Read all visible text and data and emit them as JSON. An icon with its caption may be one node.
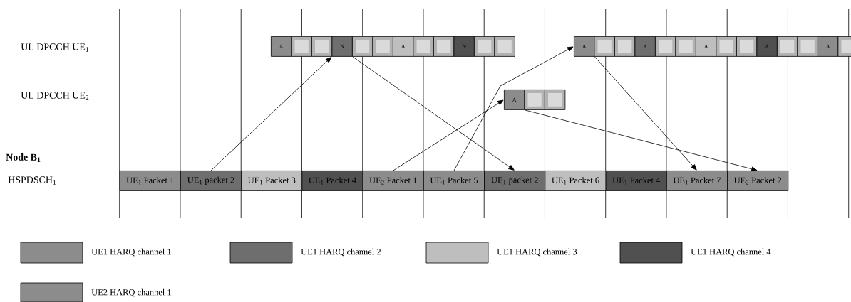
{
  "diagram": {
    "nodes": [
      {
        "text": [
          "A"
        ]
      },
      {
        "text": [],
        "shape": "box"
      },
      {
        "text": [],
        "shape": "box"
      },
      {
        "text": [
          "N"
        ]
      },
      {
        "text": [],
        "shape": "box"
      },
      {
        "text": [],
        "shape": "box"
      },
      {
        "text": [
          "A"
        ]
      },
      {
        "text": [],
        "shape": "box"
      },
      {
        "text": [],
        "shape": "box"
      },
      {
        "text": [
          "N"
        ]
      },
      {
        "text": [],
        "shape": "box"
      },
      {
        "text": [],
        "shape": "box"
      },
      {
        "text": [
          "A"
        ]
      },
      {
        "text": [],
        "shape": "box"
      },
      {
        "text": [],
        "shape": "box"
      },
      {
        "text": [
          "A"
        ]
      },
      {
        "text": [],
        "shape": "box"
      },
      {
        "text": [],
        "shape": "box"
      },
      {
        "text": [
          "A"
        ]
      },
      {
        "text": [],
        "shape": "box"
      },
      {
        "text": [],
        "shape": "box"
      },
      {
        "text": [
          "A"
        ]
      },
      {
        "text": [],
        "shape": "box"
      },
      {
        "text": [],
        "shape": "box"
      },
      {
        "text": [
          "A"
        ]
      },
      {
        "text": [],
        "shape": "box"
      },
      {
        "text": [
          "A"
        ]
      },
      {
        "text": [],
        "shape": "box"
      },
      {
        "text": [],
        "shape": "box"
      },
      {
        "text": [
          "UE$_{1}$ Packet 1"
        ]
      },
      {
        "text": [
          "UE$_{1}$ packet 2"
        ]
      },
      {
        "text": [
          "UE$_{1}$ Packet 3"
        ]
      },
      {
        "text": [
          "UE$_{1}$ Packet 4"
        ]
      },
      {
        "text": [
          "UE$_{2}$ Packet 1"
        ]
      },
      {
        "text": [
          "UE$_{1}$ Packet 5"
        ]
      },
      {
        "text": [
          "UE$_{1}$ packet 2"
        ]
      },
      {
        "text": [
          "UE$_{1}$ Packet 6"
        ]
      },
      {
        "text": [
          "UE$_{1}$ Packet 4"
        ]
      },
      {
        "text": [
          "UE$_{1}$ Packet 7"
        ]
      },
      {
        "text": [
          "UE$_{2}$ Packet 2"
        ]
      }
    ],
    "edges": [
      {
        "from": 30,
        "to": 3,
        "arrow": "to"
      },
      {
        "from": 3,
        "to": 35,
        "arrow": "to"
      },
      {
        "from": 33,
        "to": 26,
        "arrow": "to"
      },
      {
        "from": 34,
        "to": 12,
        "arrow": "to"
      },
      {
        "from": 12,
        "to": 38,
        "arrow": "to"
      },
      {
        "from": 26,
        "to": 39,
        "arrow": "to"
      }
    ],
    "labels": [
      "UL DPCCH UE$_{1}$",
      "UL DPCCH UE$_{2}$",
      "Node B$_{1}$",
      "HSPDSCH$_{1}$"
    ],
    "legend": [
      {
        "text": "UE1 HARQ channel 1",
        "color": "#8c8c8c"
      },
      {
        "text": "UE1 HARQ channel 2",
        "color": "#6e6e6e"
      },
      {
        "text": "UE1 HARQ channel 3",
        "color": "#bebebe"
      },
      {
        "text": "UE1 HARQ channel 4",
        "color": "#505050"
      },
      {
        "text": "UE2 HARQ channel 1",
        "color": "#8c8c8c"
      }
    ]
  }
}
